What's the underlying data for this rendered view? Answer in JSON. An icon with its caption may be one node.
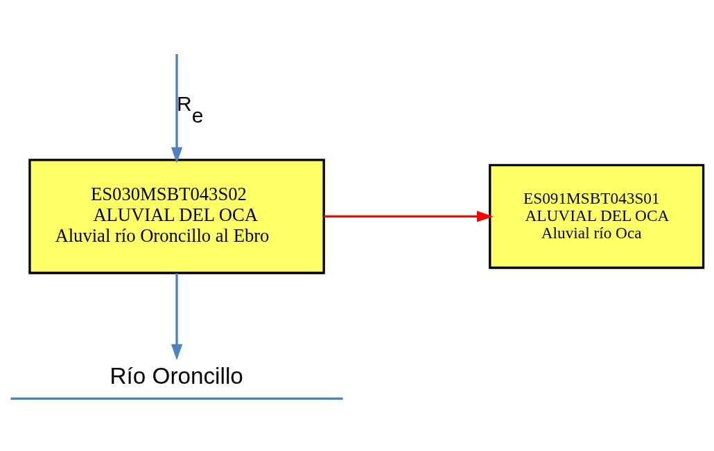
{
  "diagram": {
    "nodes": [
      {
        "text": [
          "Río Oroncillo"
        ]
      },
      {
        "text": [
          "ES091MSBT043S01",
          "ALUVIAL DEL OCA",
          "Aluvial río Oca"
        ]
      },
      {
        "text": [
          "ES030MSBT043S02",
          "ALUVIAL DEL OCA",
          "Aluvial río Oroncillo al Ebro"
        ]
      }
    ],
    "edges": [
      {
        "from": 2,
        "to": 0,
        "arrow": "to"
      },
      {
        "from": null,
        "to": 2,
        "arrow": "to",
        "label": "R$_{e}$"
      },
      {
        "from": 2,
        "to": 1,
        "arrow": "to",
        "color": "#ff0000"
      }
    ]
  }
}
